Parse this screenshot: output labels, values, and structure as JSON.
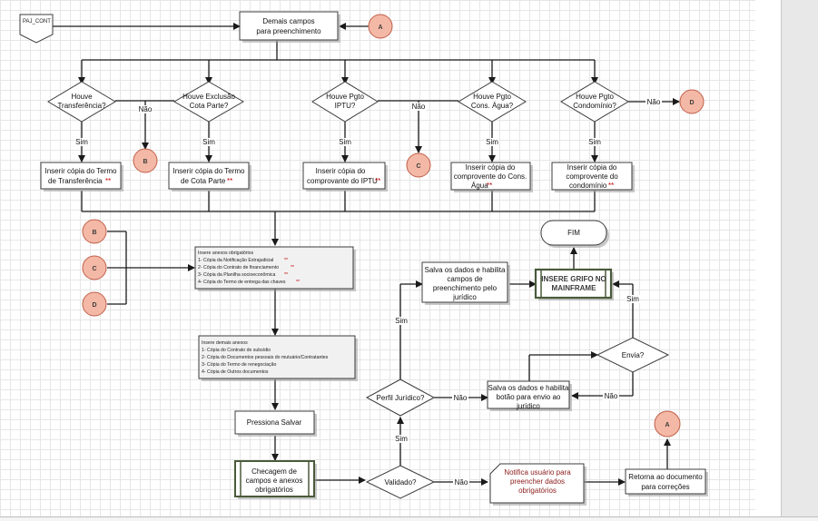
{
  "page_ref": "PAJ_CONT",
  "start_box": [
    "Demais campos",
    "para preenchimento"
  ],
  "connectors": {
    "a": "A",
    "b": "B",
    "c": "C",
    "d": "D"
  },
  "decisions": {
    "transferencia": [
      "Houve",
      "Transferência?"
    ],
    "exclusao": [
      "Houve Exclusão",
      "Cota Parte?"
    ],
    "iptu": [
      "Houve Pgto",
      "IPTU?"
    ],
    "agua": [
      "Houve Pgto",
      "Cons. Água?"
    ],
    "condominio": [
      "Houve Pgto",
      "Condomínio?"
    ],
    "perfil": [
      "Perfil Jurídico?"
    ],
    "envia": [
      "Envia?"
    ],
    "validado": [
      "Validado?"
    ]
  },
  "labels": {
    "sim": "Sim",
    "nao": "Não"
  },
  "process": {
    "transferencia": [
      "Inserir cópia do Termo",
      "de Transferência"
    ],
    "cota": [
      "Inserir cópia do Termo",
      "de Cota Parte"
    ],
    "iptu": [
      "Inserir cópia do",
      "comprovante do IPTU"
    ],
    "agua": [
      "Inserir cópia do",
      "comprovente do Cons.",
      "Água"
    ],
    "condominio": [
      "Inserir cópia do",
      "comprovente do",
      "condomínio"
    ],
    "pressiona": [
      "Pressiona Salvar"
    ],
    "checagem": [
      "Checagem de",
      "campos e anexos",
      "obrigatórios"
    ],
    "salva_habilita": [
      "Salva os dados e habilita",
      "campos de",
      "preenchimento pelo",
      "jurídico"
    ],
    "grifo": [
      "INSERE GRIFO NO",
      "MAINFRAME"
    ],
    "salva_botao": [
      "Salva os dados e habilita",
      "botão para envio ao",
      "jurídico"
    ],
    "notifica": [
      "Notifica usuário para",
      "preencher dados",
      "obrigatórios"
    ],
    "retorna": [
      "Retorna ao documento",
      "para correções"
    ]
  },
  "marker": "**",
  "terminator": "FIM",
  "anexos_obrigatorios": {
    "title": "Insere anexos obrigatórios",
    "items": [
      "1- Cópia da Notificação Extrajudicial",
      "2- Cópia do Contrato de financiamento",
      "3- Cópia da Planilha socioeconômica",
      "4- Cópia do Termo de entrega das chaves"
    ]
  },
  "anexos_demais": {
    "title": "Insere demais anexos",
    "items": [
      "1- Cópia do Contrato de subsídio",
      "2- Cópia do Documentos pessoais do mutuário/Contratantes",
      "3- Cópia do Termo de renegociação",
      "4- Cópia de Outros documentos"
    ]
  },
  "colors": {
    "connector_fill": "#f4b8a6",
    "connector_stroke": "#c0604a",
    "marker": "#c00000",
    "notify_text": "#8b1a1a",
    "grifo_border": "#4a5a3a"
  }
}
